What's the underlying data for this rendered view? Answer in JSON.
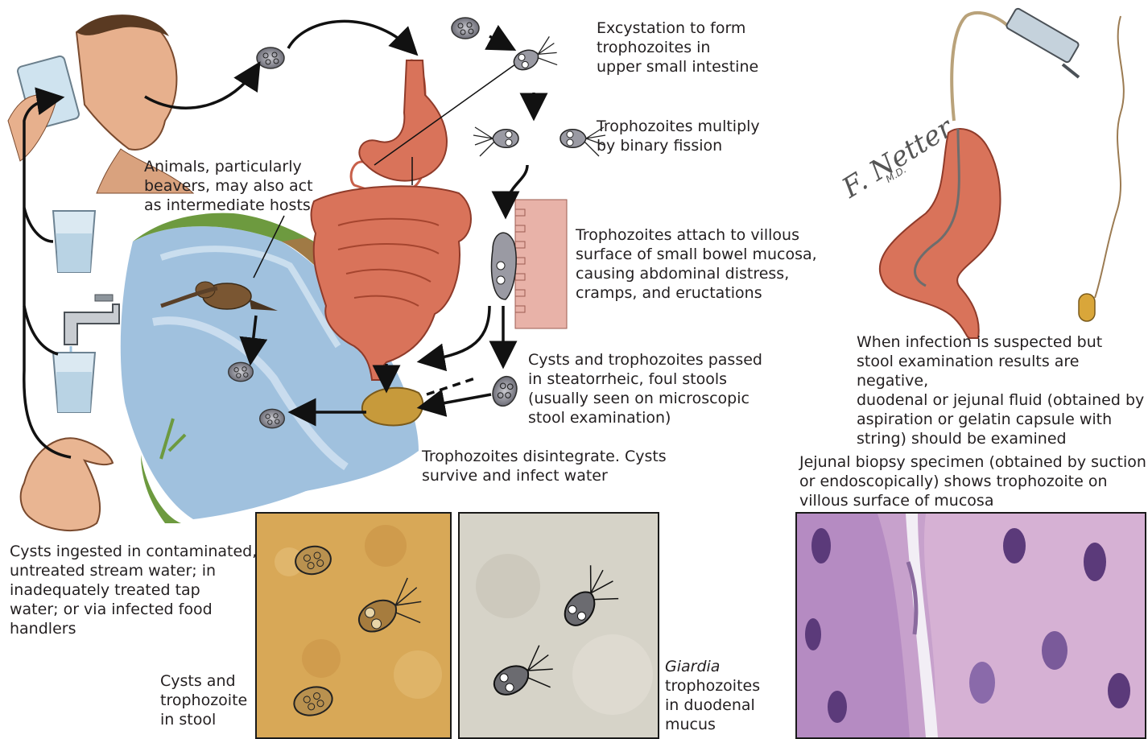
{
  "labels": {
    "excystation": "Excystation to form\ntrophozoites in\nupper small intestine",
    "multiply": "Trophozoites multiply\nby binary fission",
    "animals": "Animals, particularly\nbeavers, may also act\nas intermediate hosts",
    "attach": "Trophozoites attach to villous\nsurface of small bowel mucosa,\ncausing abdominal distress,\ncramps, and eructations",
    "passed": "Cysts and trophozoites passed\nin steatorrheic, foul stools\n(usually seen on microscopic\nstool examination)",
    "disintegrate": "Trophozoites disintegrate. Cysts\nsurvive and infect water",
    "ingested": "Cysts ingested in contaminated,\nuntreated stream water; in\ninadequately treated tap\nwater; or via infected food\nhandlers",
    "suspected": "When infection is suspected but\nstool examination results are negative,\nduodenal or jejunal fluid (obtained by\naspiration or gelatin capsule with\nstring) should be examined",
    "biopsy": "Jejunal biopsy specimen (obtained by suction\nor endoscopically) shows trophozoite on\nvillous surface of mucosa",
    "stool_caption": "Cysts and\ntrophozoite\nin stool",
    "mucus_caption_italic": "Giardia",
    "mucus_caption": "trophozoites\nin duodenal\nmucus"
  },
  "signature": {
    "name": "F. Netter",
    "suffix": "M.D."
  },
  "colors": {
    "stomach": "#d9735a",
    "water": "#8fb6d8",
    "stool_panel": "#d8a857",
    "mucus_panel": "#d6d3c8",
    "biopsy": "#b98ec2",
    "arrow": "#111111"
  }
}
